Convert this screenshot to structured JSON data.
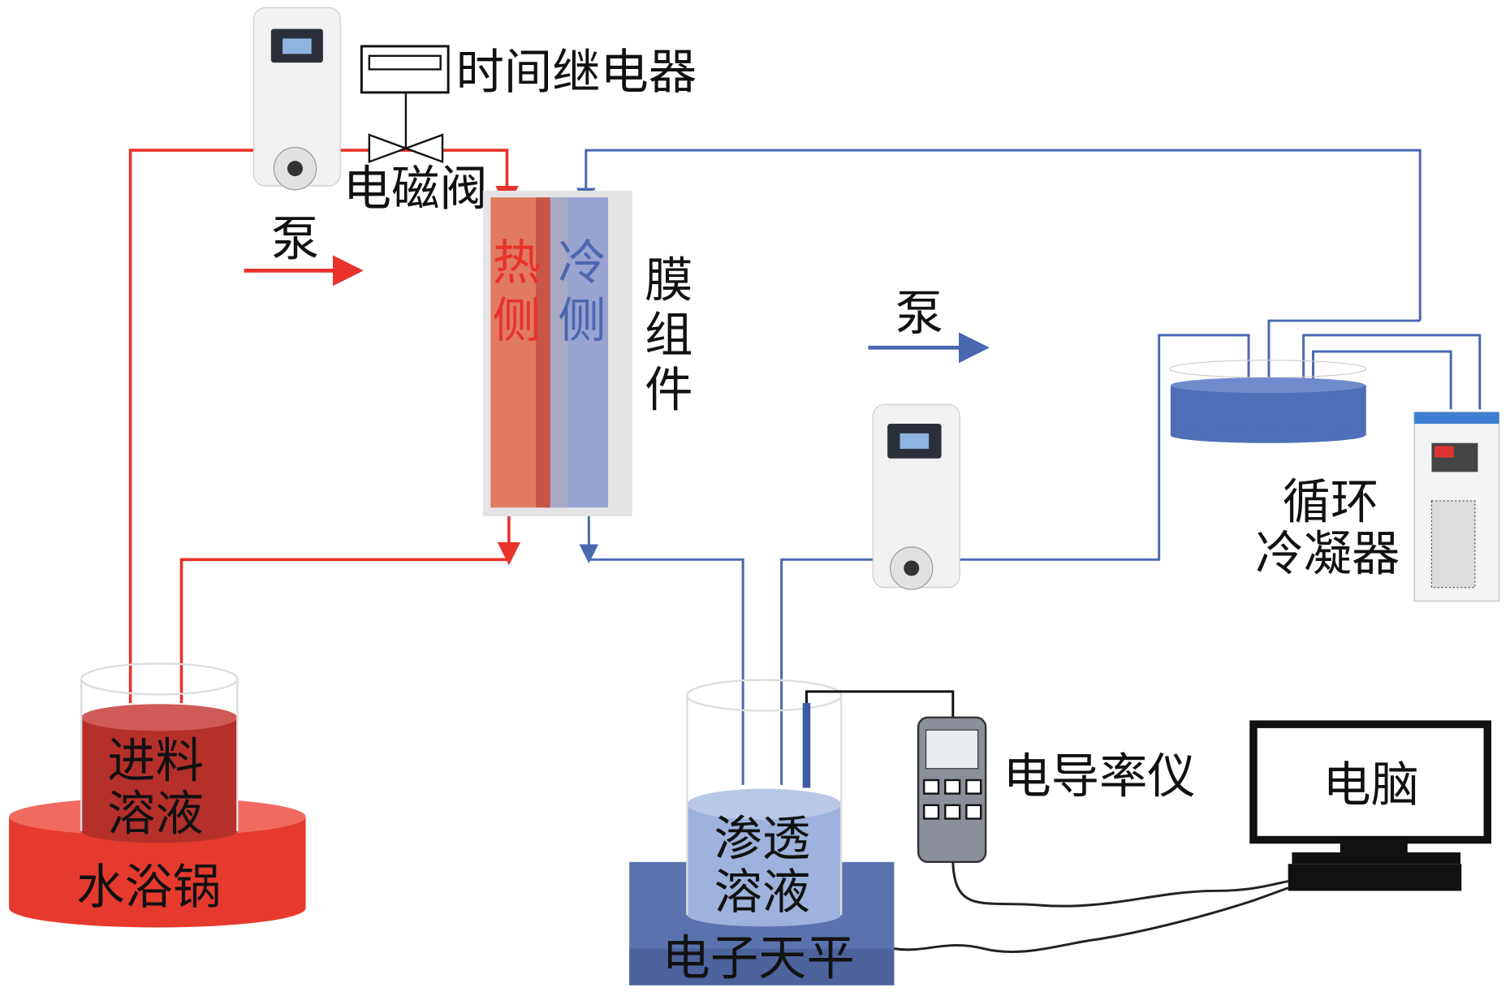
{
  "labels": {
    "time_relay": "时间继电器",
    "solenoid_valve": "电磁阀",
    "pump_feed": "泵",
    "pump_permeate": "泵",
    "hot_side": [
      "热",
      "侧"
    ],
    "cold_side": [
      "冷",
      "侧"
    ],
    "membrane_module": [
      "膜",
      "组",
      "件"
    ],
    "feed_solution": [
      "进料",
      "溶液"
    ],
    "water_bath": "水浴锅",
    "permeate_solution": [
      "渗透",
      "溶液"
    ],
    "balance": "电子天平",
    "conductivity_meter": "电导率仪",
    "computer": "电脑",
    "condenser": [
      "循环",
      "冷凝器"
    ]
  },
  "colors": {
    "hot_line": "#e8322a",
    "cold_line": "#4a68b0",
    "hot_side_fill": "#e07a62",
    "cold_side_fill": "#98a3d0",
    "water_bath": "#e63a2e",
    "feed_liquid": "#b5302b",
    "permeate_liquid": "#9db2dc",
    "balance": "#5a72ad",
    "cold_tank": "#4f6fb8"
  }
}
